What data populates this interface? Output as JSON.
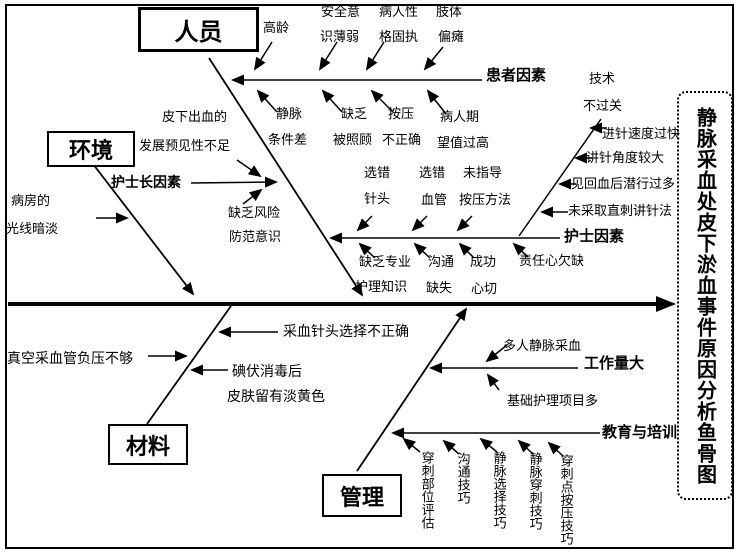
{
  "diagram_title": "静脉采血处皮下淤血事件原因分析鱼骨图",
  "categories": {
    "personnel": "人员",
    "environment": "环境",
    "materials": "材料",
    "management": "管理"
  },
  "personnel": {
    "patient_branch_label": "患者因素",
    "top_causes": [
      {
        "lines": [
          "高龄"
        ]
      },
      {
        "lines": [
          "安全意",
          "识薄弱"
        ]
      },
      {
        "lines": [
          "病人性",
          "格固执"
        ]
      },
      {
        "lines": [
          "肢体",
          "偏瘫"
        ]
      }
    ],
    "bottom_causes": [
      {
        "lines": [
          "静脉",
          "条件差"
        ]
      },
      {
        "lines": [
          "缺乏",
          "被照顾"
        ]
      },
      {
        "lines": [
          "按压",
          "不正确"
        ]
      },
      {
        "lines": [
          "病人期",
          "望值过高"
        ]
      }
    ]
  },
  "nurse": {
    "branch_label": "护士因素",
    "top_causes": [
      {
        "lines": [
          "选错",
          "针头"
        ]
      },
      {
        "lines": [
          "选错",
          "血管"
        ]
      },
      {
        "lines": [
          "未指导",
          "按压方法"
        ]
      }
    ],
    "bottom_causes": [
      {
        "lines": [
          "缺乏专业",
          "护理知识"
        ]
      },
      {
        "lines": [
          "沟通",
          "缺失"
        ]
      },
      {
        "lines": [
          "成功",
          "心切"
        ]
      },
      {
        "lines": [
          "责任心欠缺"
        ]
      }
    ],
    "technique": {
      "label_lines": [
        "技术",
        "不过关"
      ],
      "items": [
        "进针速度过快",
        "讲针角度较大",
        "见回血后潜行过多",
        "未采取直刺讲针法"
      ]
    }
  },
  "environment": {
    "head_nurse_label": "护士长因素",
    "foresight_lines": [
      "皮下出血的",
      "发展预见性不足"
    ],
    "risk_lines": [
      "缺乏风险",
      "防范意识"
    ],
    "ward_light_lines": [
      "病房的",
      "光线暗淡"
    ]
  },
  "materials": {
    "vacuum_tube": "真空采血管负压不够",
    "needle_selection": "采血针头选择不正确",
    "iodine_lines": [
      "碘伏消毒后",
      "皮肤留有淡黄色"
    ]
  },
  "management": {
    "workload_label": "工作量大",
    "workload_causes": [
      "多人静脉采血",
      "基础护理项目多"
    ],
    "education_label": "教育与培训",
    "education_items": [
      "穿刺部位评估",
      "沟通技巧",
      "静脉选择技巧",
      "静脉穿刺技巧",
      "穿刺点按压技巧"
    ]
  }
}
